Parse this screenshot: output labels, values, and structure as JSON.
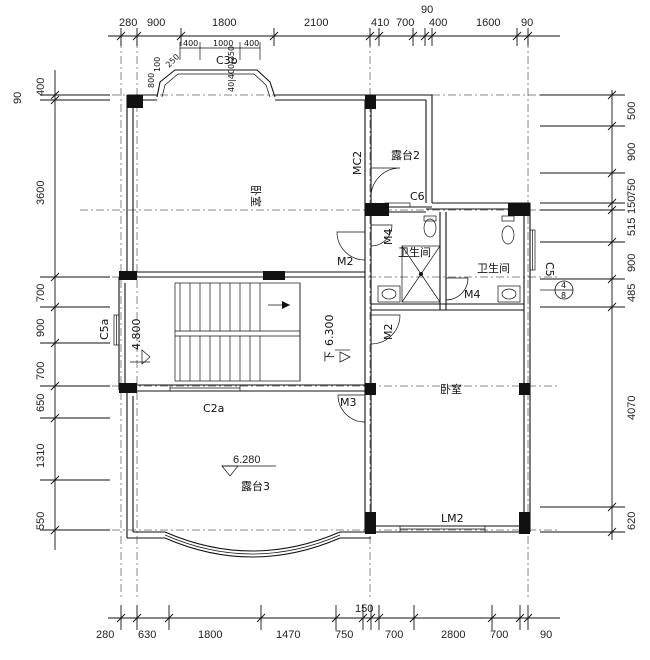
{
  "dimensions": {
    "top_row": [
      "280",
      "900",
      "1800",
      "2100",
      "410",
      "700",
      "400",
      "1600",
      "90"
    ],
    "top_extra": "90",
    "bay_window": [
      "400",
      "1000",
      "400"
    ],
    "bay_side": [
      "800",
      "100",
      "250"
    ],
    "bay_inner": "40|400|250",
    "bottom_row": [
      "280",
      "630",
      "1800",
      "1470",
      "750",
      "700",
      "2800",
      "700",
      "90"
    ],
    "bottom_extra": "150",
    "left_col": [
      "90",
      "400",
      "3600",
      "700",
      "900",
      "700",
      "650",
      "1310",
      "550"
    ],
    "right_col": [
      "500",
      "900",
      "750",
      "150",
      "515",
      "900",
      "485",
      "4070",
      "620"
    ]
  },
  "labels": {
    "bay_window": "C3b",
    "bedroom_top": "卧室",
    "balcony_2": "露台2",
    "mc2": "MC2",
    "c6": "C6",
    "m4_left": "M4",
    "m4_right": "M4",
    "bath_left": "卫生间",
    "bath_right": "卫生间",
    "m2_top": "M2",
    "m2_mid": "M2",
    "c5": "C5",
    "c5a": "C5a",
    "level_4800": "4.800",
    "level_6300": "6.300",
    "down": "下",
    "m3": "M3",
    "c2a": "C2a",
    "bedroom_right": "卧室",
    "level_6280": "6.280",
    "balcony_3": "露台3",
    "lm2": "LM2",
    "axis_top": "4",
    "axis_bottom": "8"
  }
}
